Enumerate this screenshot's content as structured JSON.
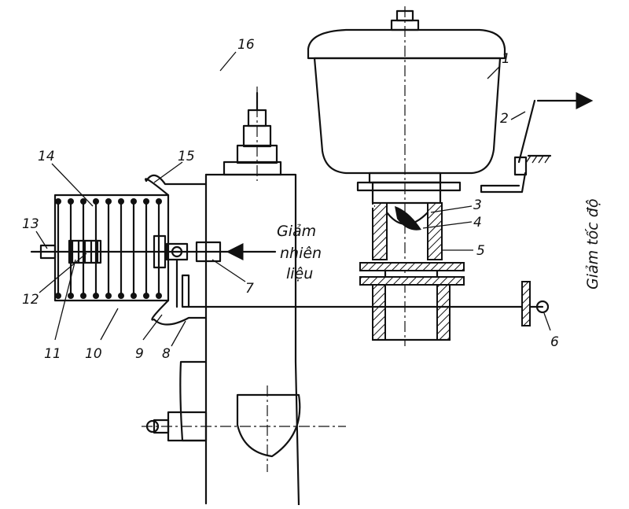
{
  "part_labels": [
    "1",
    "2",
    "3",
    "4",
    "5",
    "6",
    "7",
    "8",
    "9",
    "10",
    "11",
    "12",
    "13",
    "14",
    "15",
    "16"
  ],
  "annotations": {
    "fuel_reduction_line1": "Giảm",
    "fuel_reduction_line2": "nhiên",
    "fuel_reduction_line3": "liệu",
    "speed_reduction": "Giảm tốc độ"
  }
}
